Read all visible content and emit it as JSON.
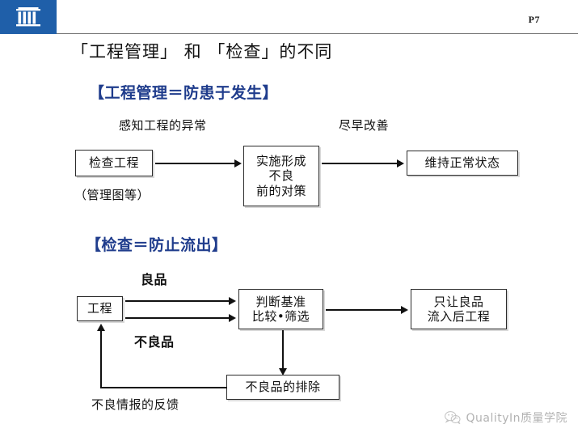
{
  "header": {
    "logo_icon": "classical-building-icon",
    "logo_color": "#1F5FA9",
    "page_number": "P7"
  },
  "slide": {
    "title": "「工程管理」 和 「检查」的不同"
  },
  "sections": [
    {
      "heading": "【工程管理＝防患于发生】",
      "heading_color": "#1F3C8C",
      "labels": {
        "arrow1": "感知工程的异常",
        "arrow2": "尽早改善",
        "note": "（管理图等）"
      },
      "nodes": [
        {
          "id": "inspect-process",
          "lines": [
            "检查工程"
          ]
        },
        {
          "id": "countermeasure",
          "lines": [
            "实施形成",
            "不良",
            "前的对策"
          ]
        },
        {
          "id": "keep-normal",
          "lines": [
            "维持正常状态"
          ]
        }
      ]
    },
    {
      "heading": "【检查＝防止流出】",
      "heading_color": "#1F3C8C",
      "labels": {
        "good": "良品",
        "defect": "不良品",
        "feedback": "不良情报的反馈"
      },
      "nodes": [
        {
          "id": "process",
          "lines": [
            "工程"
          ]
        },
        {
          "id": "judgement",
          "lines": [
            "判断基准",
            "比较•筛选"
          ]
        },
        {
          "id": "only-good",
          "lines": [
            "只让良品",
            "流入后工程"
          ]
        },
        {
          "id": "remove-defect",
          "lines": [
            "不良品的排除"
          ]
        }
      ]
    }
  ],
  "watermark": {
    "text": "QualityIn质量学院",
    "icon": "wechat-icon"
  }
}
